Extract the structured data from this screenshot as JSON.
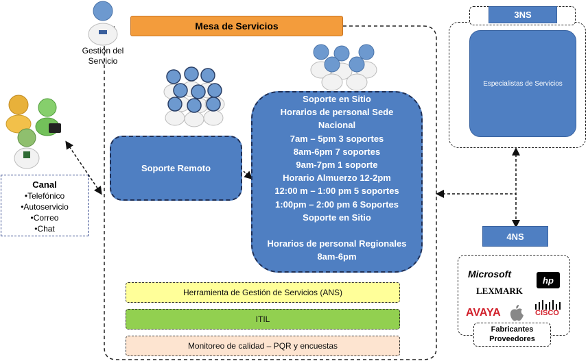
{
  "header": {
    "mesa_title": "Mesa de Servicios"
  },
  "gestion": {
    "label_line1": "Gestión del",
    "label_line2": "Servicio"
  },
  "soporte_remoto": {
    "label": "Soporte Remoto"
  },
  "soporte_sitio": {
    "lines": [
      "Soporte en Sitio",
      "Horarios de personal Sede",
      "Nacional",
      "7am – 5pm 3 soportes",
      "8am-6pm 7 soportes",
      "9am-7pm 1 soporte",
      "Horario Almuerzo 12-2pm",
      "12:00 m – 1:00 pm 5 soportes",
      "1:00pm – 2:00 pm 6  Soportes",
      "Soporte en Sitio",
      "",
      "Horarios de personal Regionales",
      "8am-6pm"
    ]
  },
  "canal": {
    "title": "Canal",
    "items": [
      "•Telefónico",
      "•Autoservicio",
      "•Correo",
      "•Chat"
    ]
  },
  "ns3": {
    "label": "3NS",
    "content": "Especialistas de Servicios"
  },
  "ns4": {
    "label": "4NS"
  },
  "fabricantes": {
    "brands": [
      "Microsoft",
      "hp",
      "LEXMARK",
      "AVAYA",
      "CISCO"
    ],
    "label_line1": "Fabricantes",
    "label_line2": "Proveedores"
  },
  "bars": {
    "herramienta": "Herramienta de Gestión de Servicios (ANS)",
    "itil": "ITIL",
    "monitoreo": "Monitoreo de calidad – PQR y encuestas"
  },
  "colors": {
    "orange": "#f39c3c",
    "blue": "#4f7fc2",
    "yellow": "#ffff99",
    "green": "#92d050",
    "peach": "#fde4d0"
  }
}
